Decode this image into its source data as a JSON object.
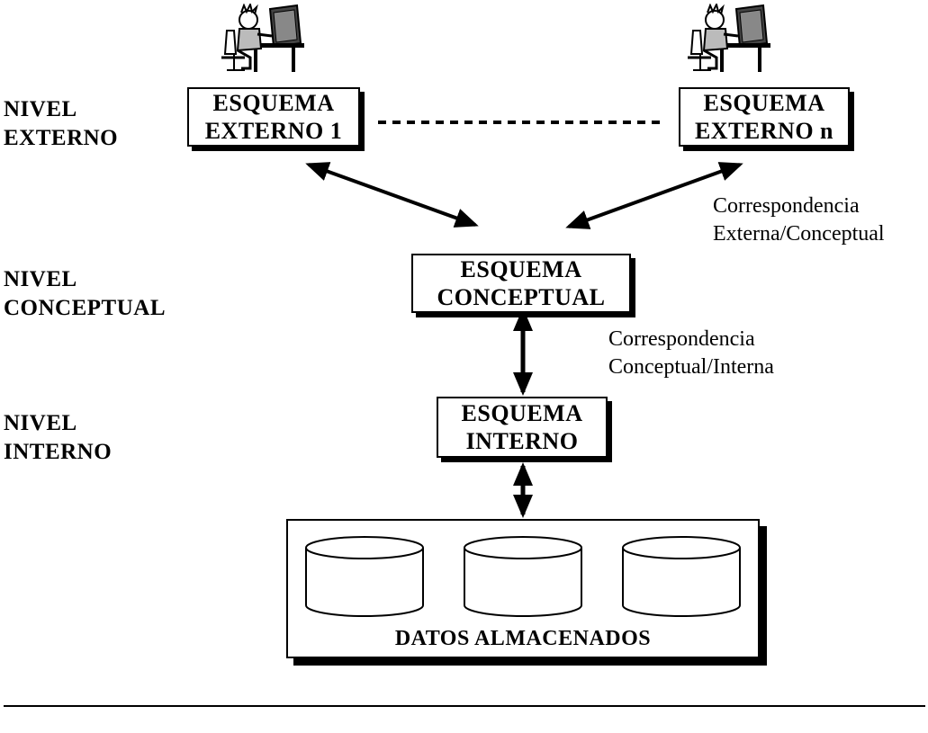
{
  "levels": {
    "external": [
      "NIVEL",
      "EXTERNO"
    ],
    "conceptual": [
      "NIVEL",
      "CONCEPTUAL"
    ],
    "internal": [
      "NIVEL",
      "INTERNO"
    ]
  },
  "boxes": {
    "external_1": [
      "ESQUEMA",
      "EXTERNO 1"
    ],
    "external_n": [
      "ESQUEMA",
      "EXTERNO n"
    ],
    "conceptual": [
      "ESQUEMA",
      "CONCEPTUAL"
    ],
    "internal": [
      "ESQUEMA",
      "INTERNO"
    ]
  },
  "mappings": {
    "external_conceptual": [
      "Correspondencia",
      "Externa/Conceptual"
    ],
    "conceptual_internal": [
      "Correspondencia",
      "Conceptual/Interna"
    ]
  },
  "storage": {
    "label": "DATOS ALMACENADOS",
    "disk_count": 3
  },
  "icons": {
    "user": "user-at-computer-icon",
    "disk": "database-cylinder-icon"
  }
}
